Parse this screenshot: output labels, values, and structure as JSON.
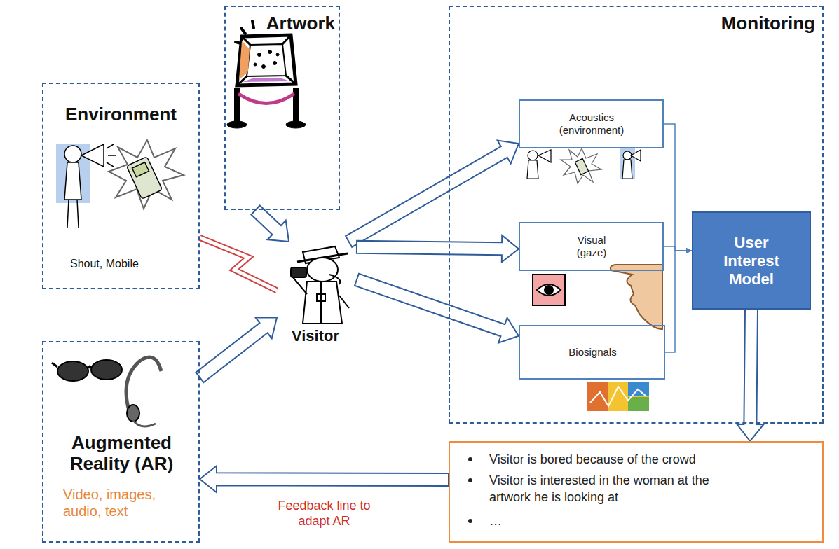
{
  "diagram": {
    "nodes": [
      {
        "text": [
          "Environment",
          "Shout, Mobile"
        ]
      },
      {
        "text": [
          "Artwork"
        ]
      },
      {
        "text": [
          "Visitor"
        ]
      },
      {
        "text": [
          "Monitoring"
        ]
      },
      {
        "text": [
          "Acoustics (environment)"
        ],
        "in": 3
      },
      {
        "text": [
          "Visual (gaze)"
        ],
        "in": 3
      },
      {
        "text": [
          "Biosignals"
        ],
        "in": 3
      },
      {
        "text": [
          "User Interest Model"
        ],
        "in": 3
      },
      {
        "text": [
          "Augmented Reality (AR)",
          "Video, images, audio, text"
        ]
      },
      {
        "text": [
          "Visitor is bored because of the crowd",
          "Visitor is interested in the woman at the artwork he is looking at",
          "…"
        ]
      }
    ],
    "edges": [
      {
        "from": 1,
        "to": 2,
        "arrow": "to"
      },
      {
        "from": 0,
        "to": 2,
        "arrow": "none"
      },
      {
        "from": 8,
        "to": 2,
        "arrow": "to"
      },
      {
        "from": 2,
        "to": 4,
        "arrow": "to"
      },
      {
        "from": 2,
        "to": 5,
        "arrow": "to"
      },
      {
        "from": 2,
        "to": 6,
        "arrow": "to"
      },
      {
        "from": 4,
        "to": 7,
        "arrow": "to"
      },
      {
        "from": 5,
        "to": 7,
        "arrow": "to"
      },
      {
        "from": 6,
        "to": 7,
        "arrow": "to"
      },
      {
        "from": 7,
        "to": 9,
        "arrow": "to"
      },
      {
        "from": 9,
        "to": 8,
        "arrow": "to",
        "label": "Feedback line to adapt AR"
      }
    ]
  }
}
